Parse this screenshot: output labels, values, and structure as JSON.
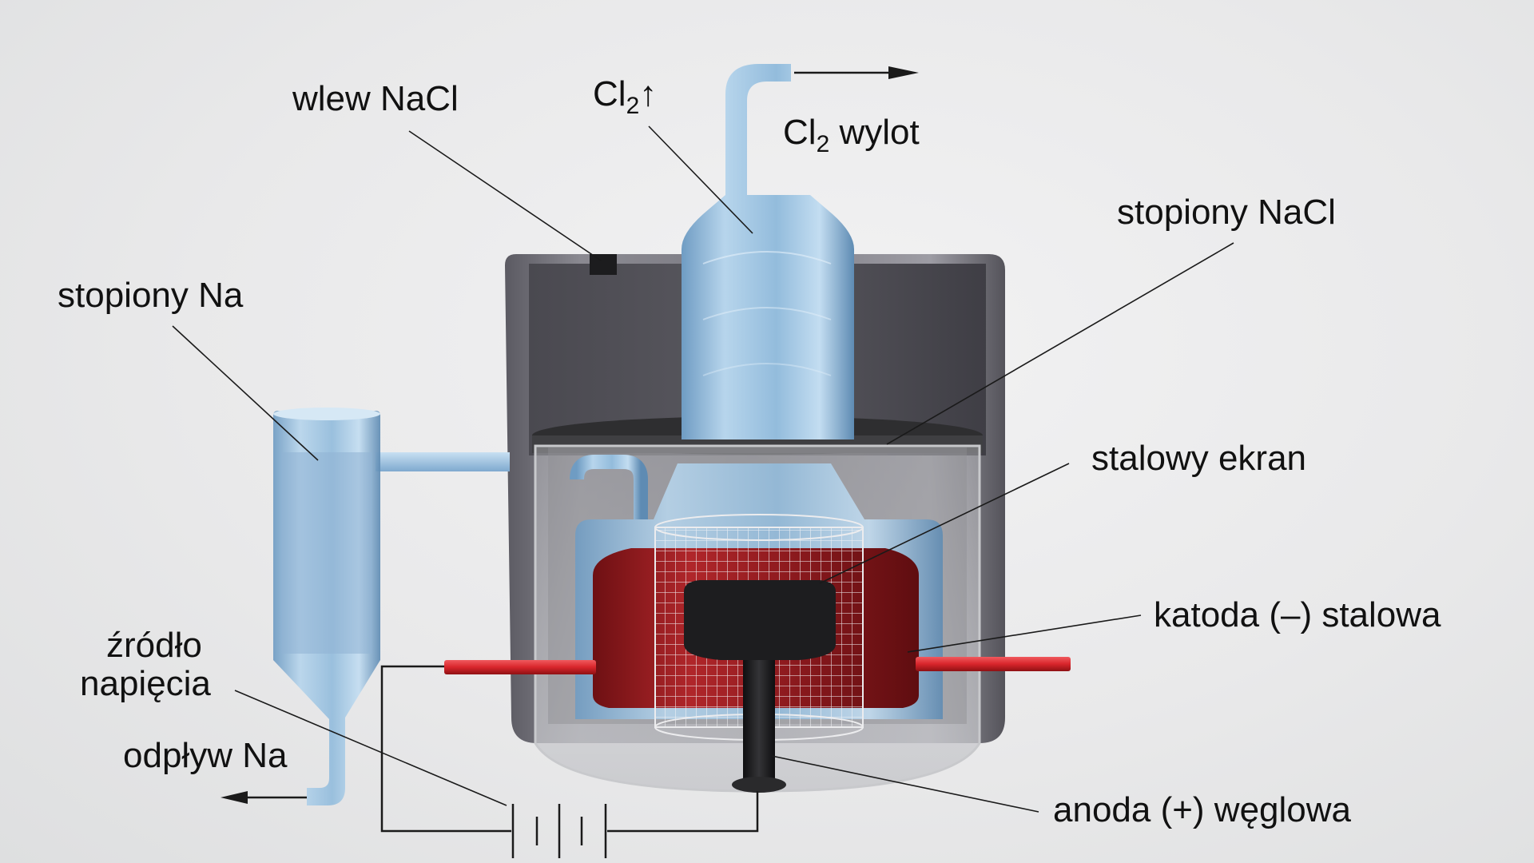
{
  "labels": {
    "nacl_inlet": "wlew NaCl",
    "cl2_symbol": "Cl",
    "cl2_subscript": "2",
    "cl2_arrow": "↑",
    "cl2_outlet_symbol": "Cl",
    "cl2_outlet_subscript": "2",
    "cl2_outlet_text": " wylot",
    "molten_nacl": "stopiony NaCl",
    "molten_na": "stopiony Na",
    "steel_screen": "stalowy ekran",
    "cathode": "katoda (–) stalowa",
    "voltage_source_line1": "źródło",
    "voltage_source_line2": "napięcia",
    "na_outlet": "odpływ Na",
    "anode": "anoda (+) węglowa"
  },
  "colors": {
    "vessel": "#6f6e75",
    "glass": "#a9cbe5",
    "cathode": "#a01c1f",
    "cathode_rod": "#d8252b",
    "anode": "#1b1b1d",
    "lid": "#3c3c3e",
    "text": "#111111"
  }
}
